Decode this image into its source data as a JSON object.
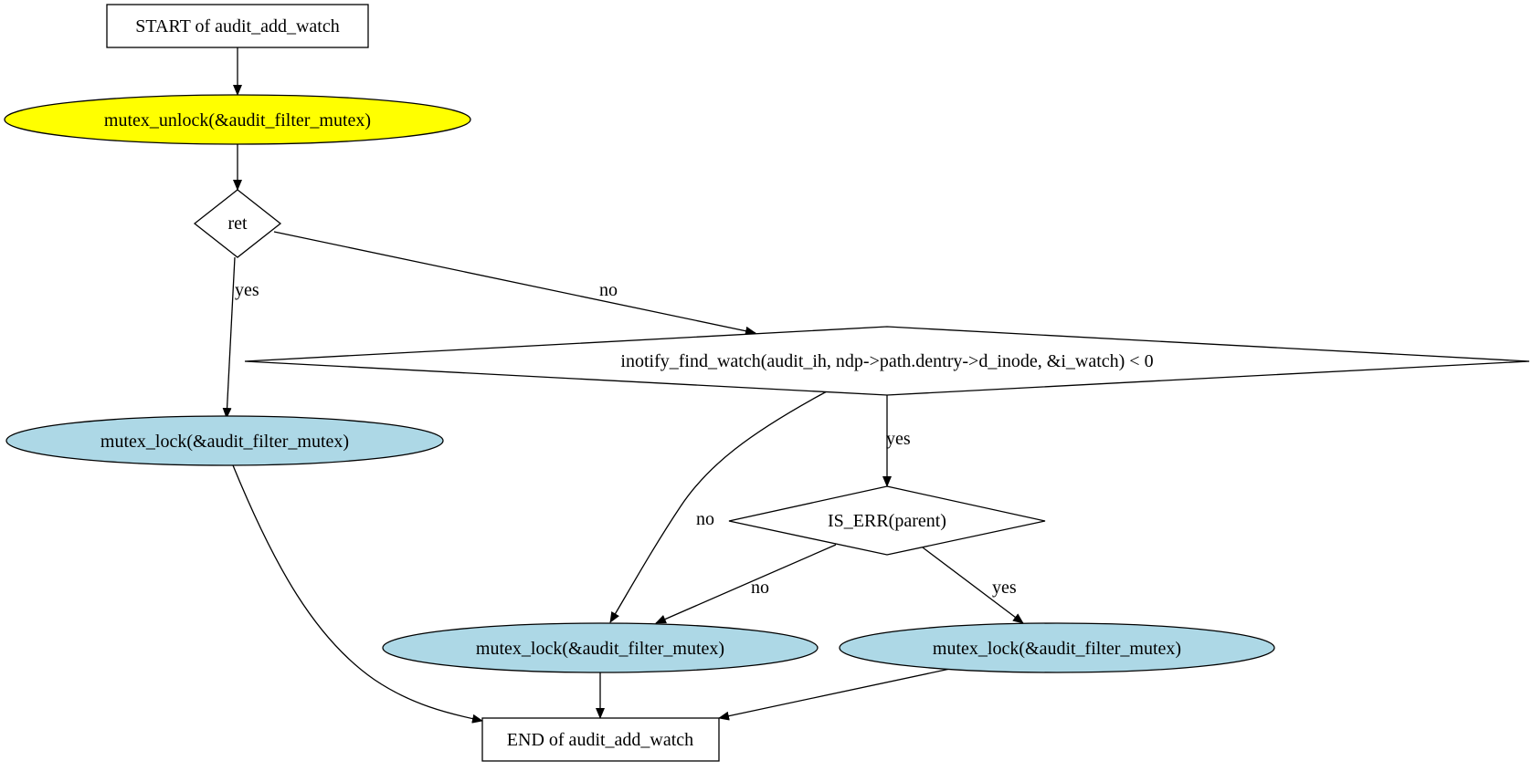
{
  "diagram": {
    "nodes": {
      "start": {
        "label": "START of audit_add_watch"
      },
      "unlock": {
        "label": "mutex_unlock(&audit_filter_mutex)",
        "fill": "#ffff00"
      },
      "ret": {
        "label": "ret"
      },
      "lock1": {
        "label": "mutex_lock(&audit_filter_mutex)",
        "fill": "#add8e6"
      },
      "find": {
        "label": "inotify_find_watch(audit_ih, ndp->path.dentry->d_inode, &i_watch) < 0"
      },
      "iserr": {
        "label": "IS_ERR(parent)"
      },
      "lock2": {
        "label": "mutex_lock(&audit_filter_mutex)",
        "fill": "#add8e6"
      },
      "lock3": {
        "label": "mutex_lock(&audit_filter_mutex)",
        "fill": "#add8e6"
      },
      "end": {
        "label": "END of audit_add_watch"
      }
    },
    "edge_labels": {
      "ret_yes": "yes",
      "ret_no": "no",
      "find_yes": "yes",
      "find_no": "no",
      "iserr_no": "no",
      "iserr_yes": "yes"
    }
  }
}
